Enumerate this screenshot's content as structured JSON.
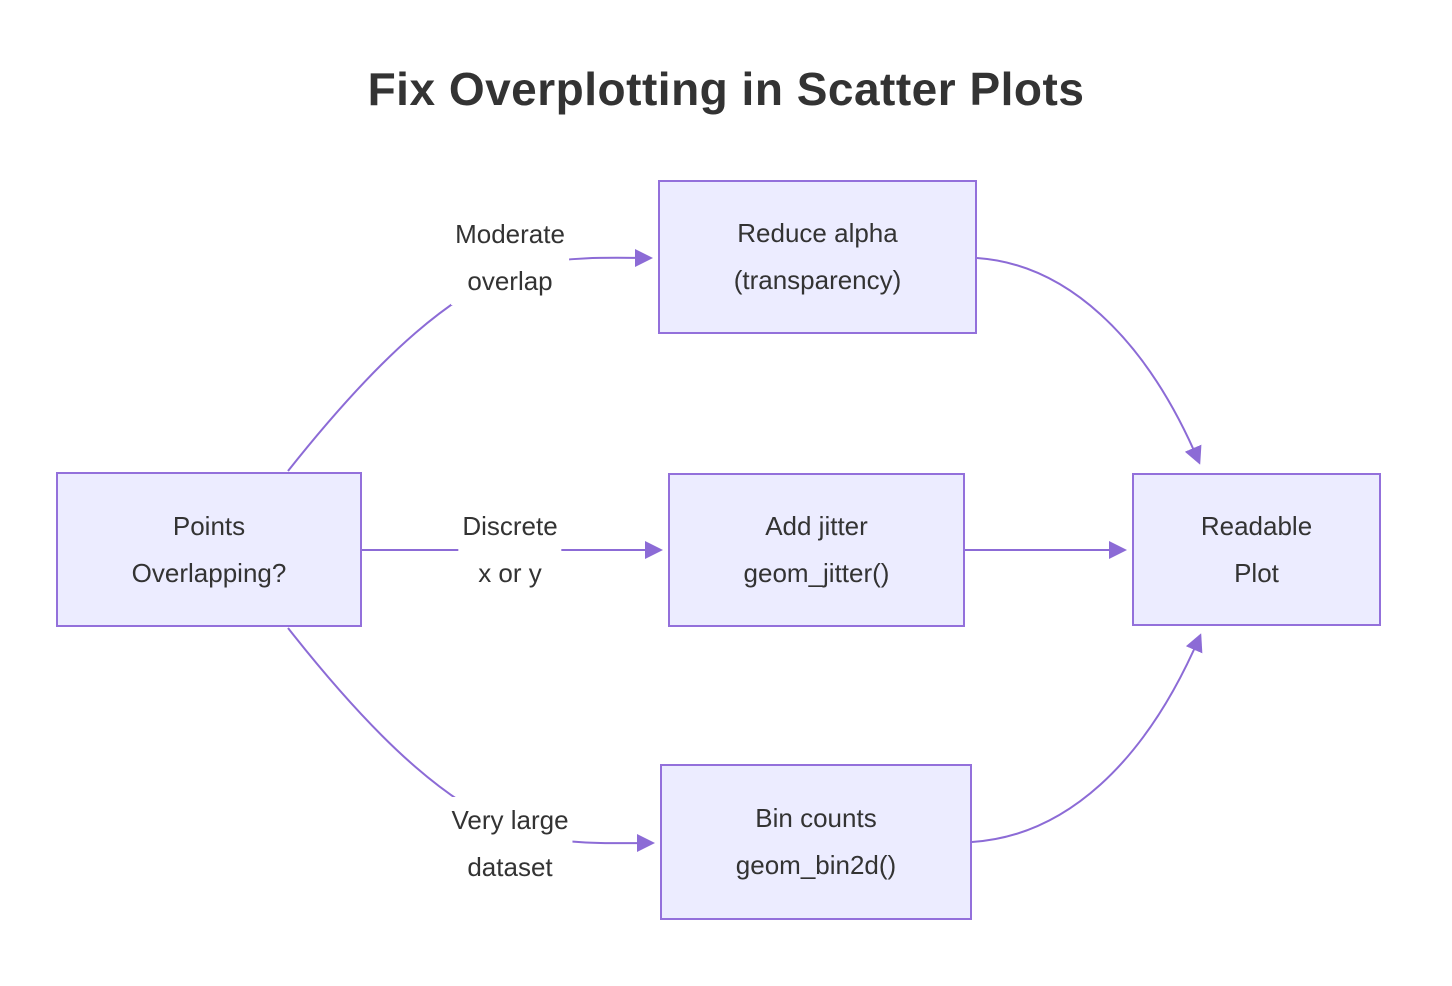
{
  "title": "Fix Overplotting in Scatter Plots",
  "colors": {
    "node_fill": "#ECECFF",
    "node_border": "#9370DB",
    "edge_stroke": "#8C6BD6",
    "text": "#333333",
    "background": "#FFFFFF"
  },
  "nodes": [
    {
      "id": "points",
      "line1": "Points",
      "line2": "Overlapping?"
    },
    {
      "id": "reduce-alpha",
      "line1": "Reduce alpha",
      "line2": "(transparency)"
    },
    {
      "id": "add-jitter",
      "line1": "Add jitter",
      "line2": "geom_jitter()"
    },
    {
      "id": "bin-counts",
      "line1": "Bin counts",
      "line2": "geom_bin2d()"
    },
    {
      "id": "readable-plot",
      "line1": "Readable",
      "line2": "Plot"
    }
  ],
  "edge_labels": [
    {
      "id": "moderate",
      "line1": "Moderate",
      "line2": "overlap"
    },
    {
      "id": "discrete",
      "line1": "Discrete",
      "line2": "x or y"
    },
    {
      "id": "very-large",
      "line1": "Very large",
      "line2": "dataset"
    }
  ],
  "edges": [
    {
      "from": "points",
      "to": "reduce-alpha",
      "label": "Moderate overlap"
    },
    {
      "from": "points",
      "to": "add-jitter",
      "label": "Discrete x or y"
    },
    {
      "from": "points",
      "to": "bin-counts",
      "label": "Very large dataset"
    },
    {
      "from": "reduce-alpha",
      "to": "readable-plot",
      "label": ""
    },
    {
      "from": "add-jitter",
      "to": "readable-plot",
      "label": ""
    },
    {
      "from": "bin-counts",
      "to": "readable-plot",
      "label": ""
    }
  ]
}
